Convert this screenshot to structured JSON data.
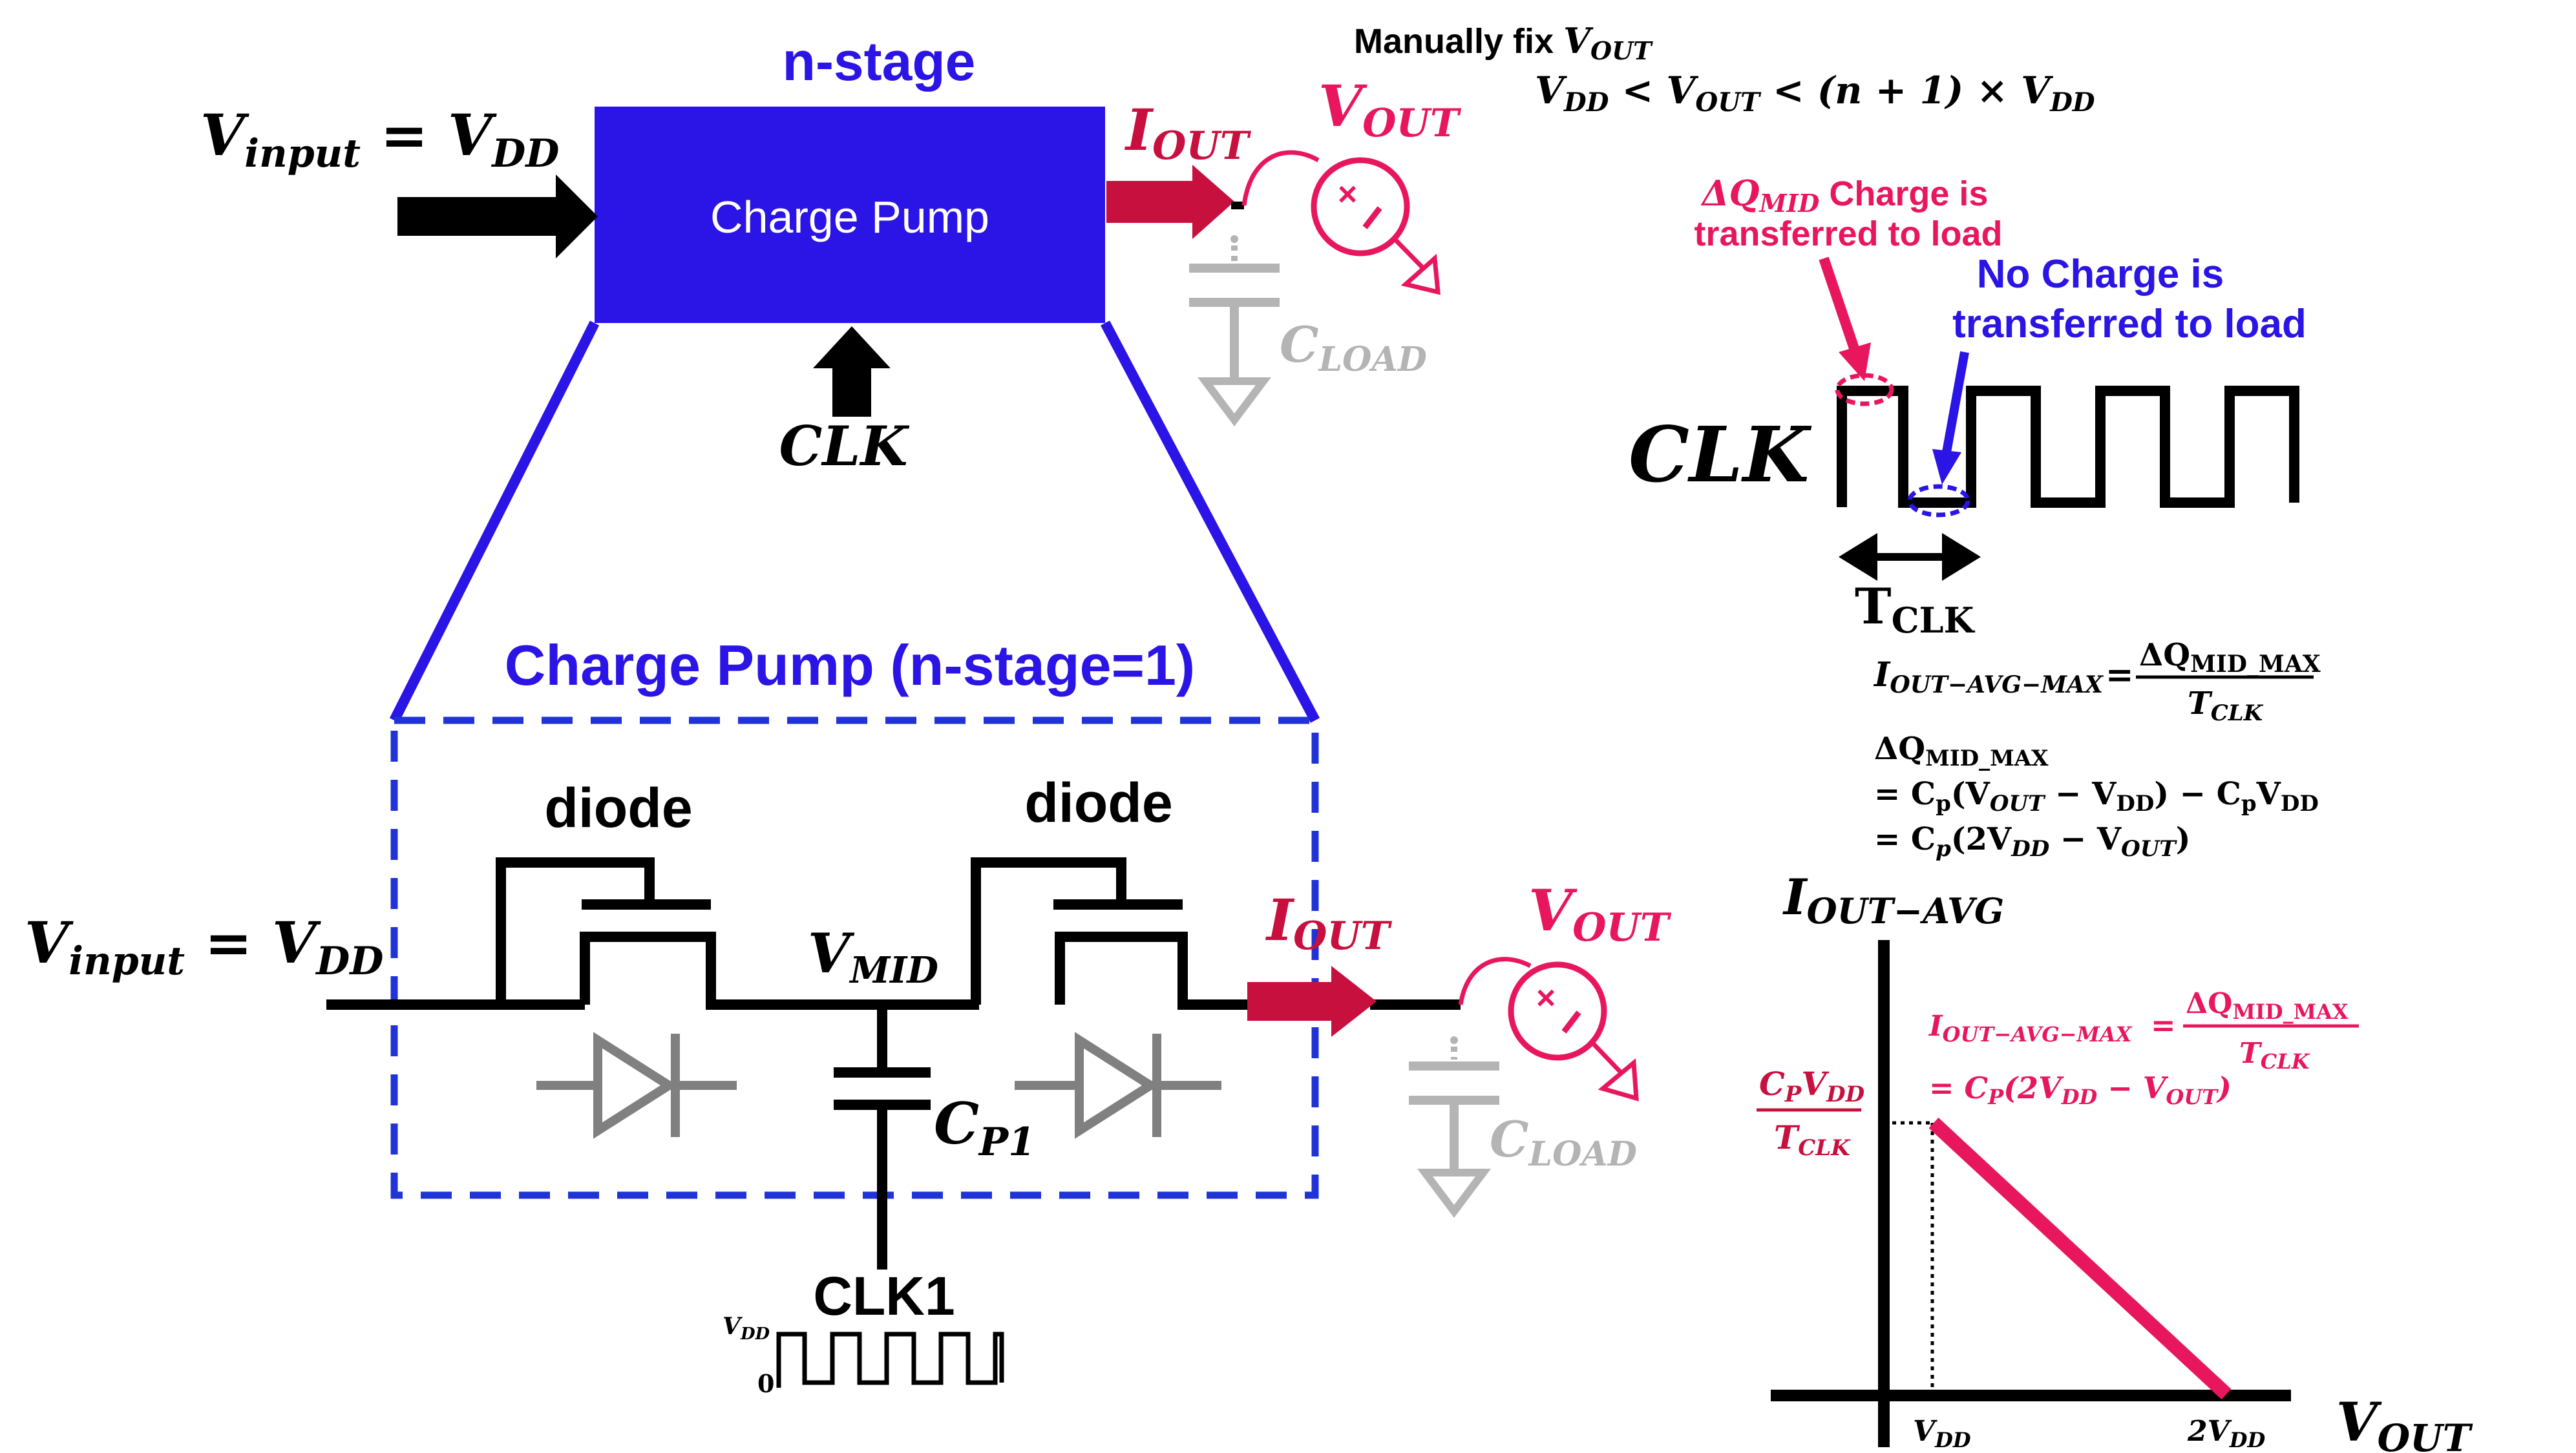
{
  "colors": {
    "black": "#000000",
    "blue_block": "#2a14e6",
    "blue_text": "#2a14e6",
    "dash_blue": "#1f33d6",
    "red": "#c8103e",
    "pink": "#e8175d",
    "gray": "#8a8a8a",
    "light_gray": "#b4b4b4"
  },
  "top": {
    "n_stage_label": "n-stage",
    "pump_label": "Charge Pump",
    "vinput_main": "V",
    "vinput_sub": "input",
    "vinput_eq": " = V",
    "vinput_sub2": "DD",
    "clk": "CLK",
    "iout_main": "I",
    "iout_sub": "OUT",
    "vout_main": "V",
    "vout_sub": "OUT",
    "cload_main": "C",
    "cload_sub": "LOAD"
  },
  "fix": {
    "label": "Manually fix ",
    "label_var": "V",
    "label_sub": "OUT",
    "ineq_a": "V",
    "ineq_a_sub": "DD",
    "ineq_lt1": " < V",
    "ineq_b_sub": "OUT",
    "ineq_lt2": " < (n + 1) × V",
    "ineq_c_sub": "DD"
  },
  "bottom": {
    "title": "Charge Pump (n-stage=1)",
    "diode1": "diode",
    "diode2": "diode",
    "vinput_main": "V",
    "vinput_sub": "input",
    "vinput_eq": " = V",
    "vinput_sub2": "DD",
    "vmid_main": "V",
    "vmid_sub": "MID",
    "cp_main": "C",
    "cp_sub": "P1",
    "clk1": "CLK1",
    "vdd_main": "V",
    "vdd_sub": "DD",
    "zero": "0",
    "iout_main": "I",
    "iout_sub": "OUT",
    "vout_main": "V",
    "vout_sub": "OUT",
    "cload_main": "C",
    "cload_sub": "LOAD"
  },
  "clock": {
    "label": "CLK",
    "dq_sym": "ΔQ",
    "dq_sub": "MID",
    "dq_text": " Charge is",
    "dq_line2": "transferred to load",
    "no_line1": "No Charge is",
    "no_line2": "transferred to load",
    "tclk_main": "T",
    "tclk_sub": "CLK"
  },
  "equations": {
    "eq1_lhs": "I",
    "eq1_lhs_sub": "OUT−AVG−MAX",
    "eq1_eq": "=",
    "eq1_num": "ΔQ",
    "eq1_num_sub": "MID_MAX",
    "eq1_den": "T",
    "eq1_den_sub": "CLK",
    "dq_head": "ΔQ",
    "dq_head_sub": "MID_MAX",
    "line2_a": "= C",
    "line2_a_sub": "p",
    "line2_b": "(V",
    "line2_b_sub": "OUT",
    "line2_c": " − V",
    "line2_c_sub": "DD",
    "line2_d": ") − C",
    "line2_d_sub": "p",
    "line2_e": "V",
    "line2_e_sub": "DD",
    "line3_a": "= C",
    "line3_a_sub": "p",
    "line3_b": "(2V",
    "line3_b_sub": "DD",
    "line3_c": " − V",
    "line3_c_sub": "OUT",
    "line3_d": ")"
  },
  "graph": {
    "y_label": "I",
    "y_label_sub": "OUT−AVG",
    "x_label": "V",
    "x_label_sub": "OUT",
    "y_tick_num": "C",
    "y_tick_num_sub": "P",
    "y_tick_num_b": "V",
    "y_tick_num_b_sub": "DD",
    "y_tick_den": "T",
    "y_tick_den_sub": "CLK",
    "x_tick1": "V",
    "x_tick1_sub": "DD",
    "x_tick2": "2V",
    "x_tick2_sub": "DD",
    "ann_lhs": "I",
    "ann_lhs_sub": "OUT−AVG−MAX",
    "ann_eq": "=",
    "ann_num": "ΔQ",
    "ann_num_sub": "MID_MAX",
    "ann_den": "T",
    "ann_den_sub": "CLK",
    "ann_line2_a": "= C",
    "ann_line2_a_sub": "P",
    "ann_line2_b": "(2V",
    "ann_line2_b_sub": "DD",
    "ann_line2_c": " − V",
    "ann_line2_c_sub": "OUT",
    "ann_line2_d": ")"
  }
}
